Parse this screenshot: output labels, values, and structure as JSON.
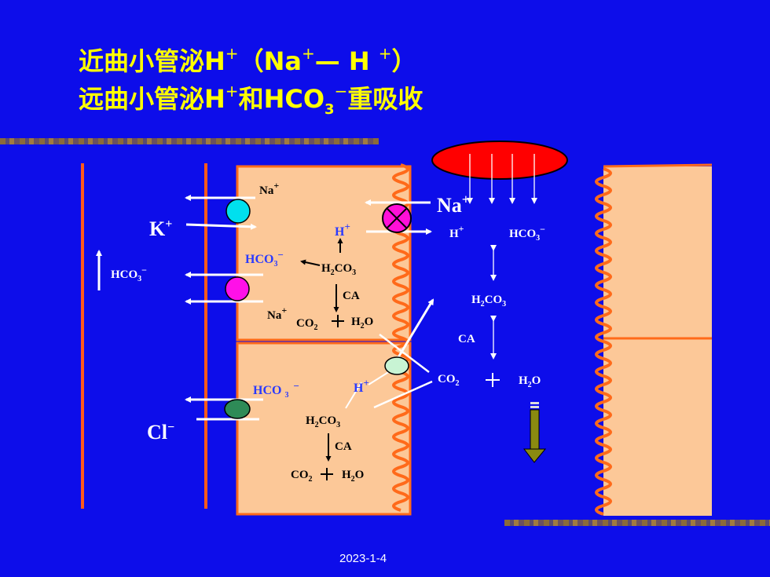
{
  "title": {
    "line1": {
      "a": "近曲小管泌H",
      "a_sup": "+",
      "b": "（Na",
      "b_sup": "+",
      "c": "— H ",
      "c_sup": "+",
      "d": "）"
    },
    "line2": {
      "a": "远曲小管泌H",
      "a_sup": "+",
      "b": "和HCO",
      "b_sub": "3",
      "b_sup": "−",
      "c": "重吸收"
    }
  },
  "date": "2023-1-4",
  "labels": {
    "k": "K",
    "plus": "+",
    "minus": "−",
    "hco3_base": "HCO",
    "three": "3",
    "two": "2",
    "cl": "Cl",
    "na": "Na",
    "h": "H",
    "ca": "CA",
    "h2co3_h": "H",
    "h2co3_co": "CO",
    "co2_co": "CO",
    "h2o_h": "H",
    "h2o_o": "O",
    "hco3_spaced": "HCO "
  },
  "colors": {
    "background": "#0d0dea",
    "title": "#ffff00",
    "cell": "#fcc898",
    "membrane": "#ff6a1a",
    "cyan_carrier": "#00e0ee",
    "magenta_carrier": "#ff10e8",
    "green_carrier": "#2e8b57",
    "exchanger": "#ff0000",
    "red_oval": "#ff0000",
    "blue_text": "#2a3aff",
    "arrow_down": "#8a8a10"
  }
}
